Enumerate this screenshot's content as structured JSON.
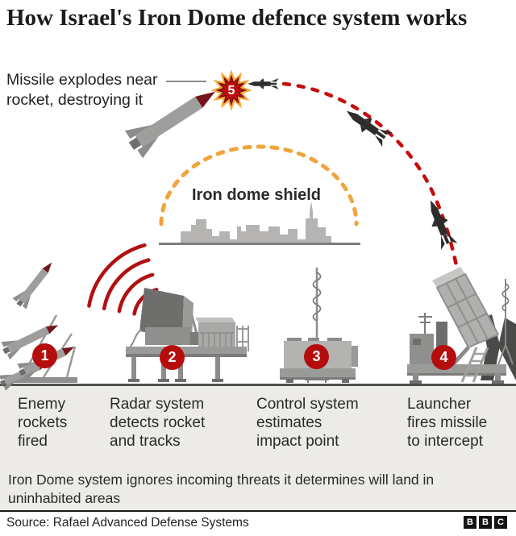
{
  "title": "How Israel's Iron Dome defence system works",
  "interception": {
    "num": "5",
    "label": "Missile explodes near rocket, destroying it"
  },
  "dome": {
    "label": "Iron dome shield"
  },
  "stages": [
    {
      "num": "1",
      "caption": "Enemy rockets fired"
    },
    {
      "num": "2",
      "caption": "Radar system detects rocket and tracks"
    },
    {
      "num": "3",
      "caption": "Control system estimates impact point"
    },
    {
      "num": "4",
      "caption": "Launcher fires missile to intercept"
    }
  ],
  "note": "Iron Dome system ignores incoming threats it determines will land in uninhabited areas",
  "source": "Source: Rafael Advanced Defense Systems",
  "logo": [
    "B",
    "B",
    "C"
  ],
  "colors": {
    "badge-red": "#B50D0D",
    "trajectory-red": "#C60C0C",
    "wave-red": "#B01010",
    "dome-orange": "#F2A43C",
    "explosion-outer": "#F5A83C",
    "explosion-inner": "#C00F0F",
    "band-bg": "#ECEBE8",
    "logo-bg": "#141414",
    "text": "#1E1E1C"
  }
}
